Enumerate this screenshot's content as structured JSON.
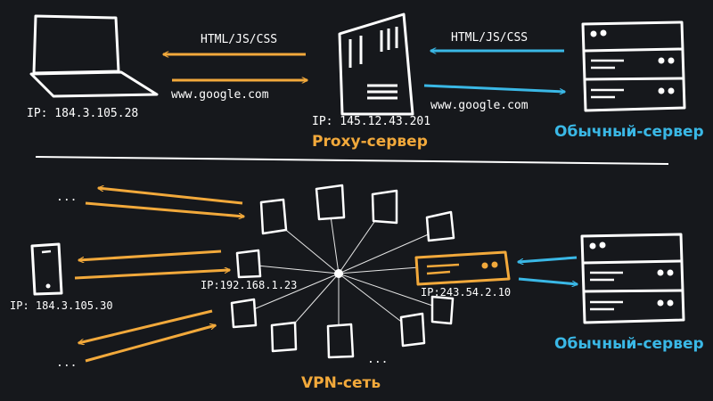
{
  "colors": {
    "background": "#16181c",
    "stroke": "#ffffff",
    "orange": "#f2a93b",
    "blue": "#3ab8e6"
  },
  "icons": [
    "laptop-icon",
    "proxy-server-icon",
    "server-rack-icon",
    "phone-icon",
    "vpn-node-icon",
    "vpn-hub-node"
  ],
  "proxy": {
    "arrow_top_label": "HTML/JS/CSS",
    "arrow_bottom_label": "www.google.com",
    "client_ip": "IP: 184.3.105.28",
    "proxy_ip": "IP: 145.12.43.201",
    "proxy_title": "Proxy-сервер",
    "server_title": "Обычный-сервер"
  },
  "vpn": {
    "ellipsis": "...",
    "client_ip": "IP: 184.3.105.30",
    "entry_ip": "IP:192.168.1.23",
    "exit_ip": "IP:243.54.2.10",
    "network_title": "VPN-сеть",
    "server_title": "Обычный-сервер"
  }
}
